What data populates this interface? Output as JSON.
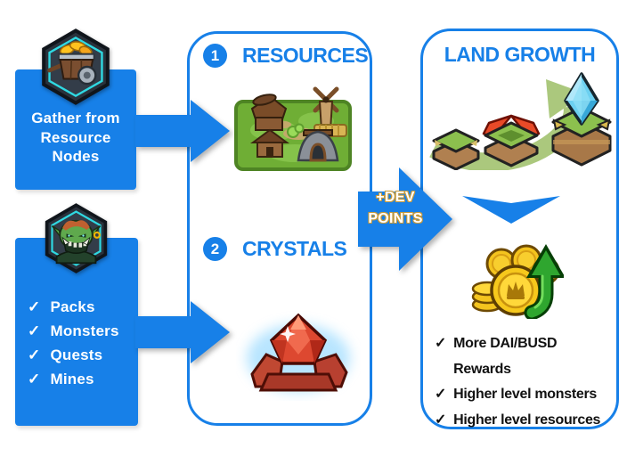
{
  "left_column": {
    "gather_box": {
      "icon": "mine-cart-badge-icon",
      "lines": [
        "Gather from",
        "Resource",
        "Nodes"
      ]
    },
    "sources_box": {
      "icon": "orc-badge-icon",
      "check_glyph": "✓",
      "items": [
        "Packs",
        "Monsters",
        "Quests",
        "Mines"
      ]
    }
  },
  "middle_panel": {
    "sections": [
      {
        "number": "1",
        "title": "RESOURCES",
        "illustration": "village-land-plot"
      },
      {
        "number": "2",
        "title": "CRYSTALS",
        "illustration": "red-crystal"
      }
    ]
  },
  "dev_points_arrow": {
    "line1": "+DEV",
    "line2": "POINTS"
  },
  "right_panel": {
    "title": "LAND GROWTH",
    "illustrations": [
      "land-tiles-growth",
      "chevron-down",
      "coins-up-arrow"
    ],
    "check_glyph": "✓",
    "benefits": [
      "More DAI/BUSD Rewards",
      "Higher level monsters",
      "Higher level resources"
    ]
  },
  "colors": {
    "primary_blue": "#1780E8",
    "heading_blue": "#1780E8",
    "dev_text_fill": "#FFFFFF",
    "dev_text_outline": "#C79A3B",
    "benefit_text": "#121212",
    "growth_swoosh_green": "#ABC87D",
    "coin_gold": "#F4C41E",
    "up_arrow_green": "#2FA62F",
    "crystal_red": "#DD4830",
    "crystal_glow_blue": "#7FD0FF",
    "badge_inner_cyan": "#2FD9E2"
  }
}
